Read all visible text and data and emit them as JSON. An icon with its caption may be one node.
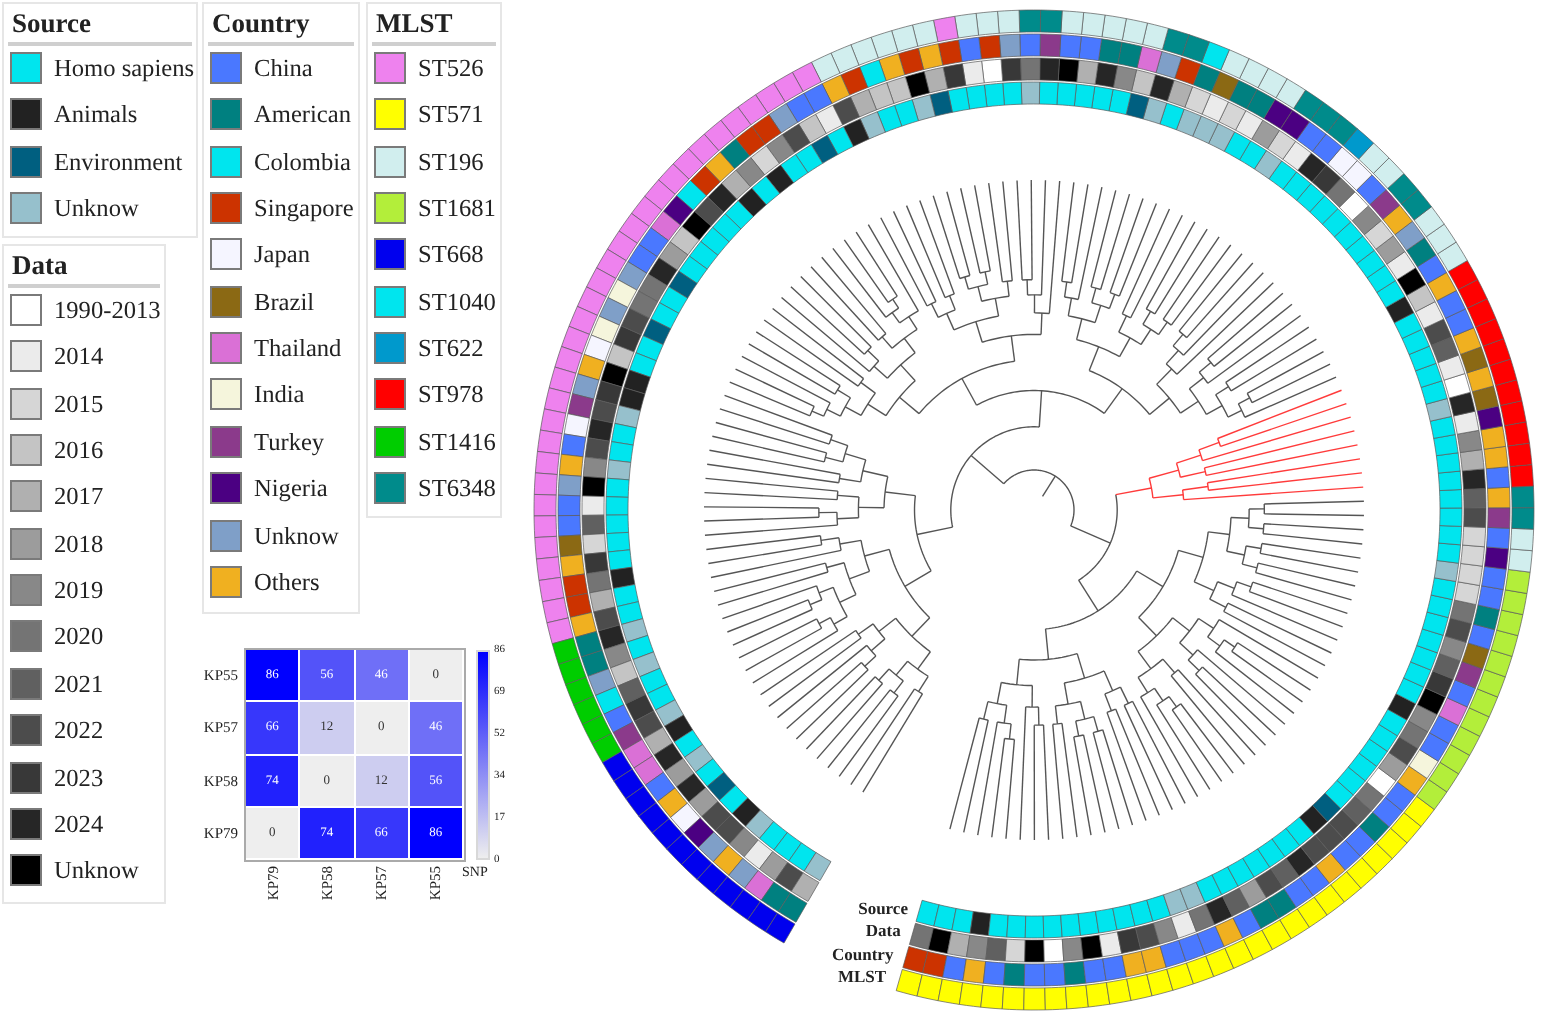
{
  "diagram": {
    "labels": [
      "Source",
      "Data",
      "Country",
      "MLST",
      "KP55",
      "86",
      "56",
      "46",
      "0",
      "KP57",
      "66",
      "12",
      "0",
      "46",
      "KP58",
      "74",
      "0",
      "12",
      "56",
      "KP79",
      "0",
      "74",
      "66",
      "86",
      "KP79",
      "KP58",
      "KP57",
      "KP55",
      "86",
      "69",
      "52",
      "34",
      "17",
      "0",
      "SNP",
      "Source",
      "Data",
      "Country",
      "MLST"
    ],
    "legend": [
      {
        "text": "Homo sapiens",
        "color": "#00e5ee"
      },
      {
        "text": "Animals",
        "color": "#222222"
      },
      {
        "text": "Environment",
        "color": "#005f80"
      },
      {
        "text": "Unknow",
        "color": "#96c0cc"
      },
      {
        "text": "1990-2013",
        "color": "#ffffff"
      },
      {
        "text": "2014",
        "color": "#ebebeb"
      },
      {
        "text": "2015",
        "color": "#d6d6d6"
      },
      {
        "text": "2016",
        "color": "#c4c4c4"
      },
      {
        "text": "2017",
        "color": "#b0b0b0"
      },
      {
        "text": "2018",
        "color": "#9c9c9c"
      },
      {
        "text": "2019",
        "color": "#888888"
      },
      {
        "text": "2020",
        "color": "#747474"
      },
      {
        "text": "2021",
        "color": "#606060"
      },
      {
        "text": "2022",
        "color": "#4c4c4c"
      },
      {
        "text": "2023",
        "color": "#383838"
      },
      {
        "text": "2024",
        "color": "#262626"
      },
      {
        "text": "Unknow",
        "color": "#000000"
      },
      {
        "text": "China",
        "color": "#4a78ff"
      },
      {
        "text": "American",
        "color": "#008080"
      },
      {
        "text": "Colombia",
        "color": "#00e5ee"
      },
      {
        "text": "Singapore",
        "color": "#cc3300"
      },
      {
        "text": "Japan",
        "color": "#f5f5ff"
      },
      {
        "text": "Brazil",
        "color": "#8b6914"
      },
      {
        "text": "Thailand",
        "color": "#da70d6"
      },
      {
        "text": "India",
        "color": "#f5f5dc"
      },
      {
        "text": "Turkey",
        "color": "#8b3a8b"
      },
      {
        "text": "Nigeria",
        "color": "#4b0082"
      },
      {
        "text": "Unknow",
        "color": "#7f9fc8"
      },
      {
        "text": "Others",
        "color": "#f0b020"
      },
      {
        "text": "ST526",
        "color": "#ee82ee"
      },
      {
        "text": "ST571",
        "color": "#ffff00"
      },
      {
        "text": "ST196",
        "color": "#d1eeee"
      },
      {
        "text": "ST1681",
        "color": "#b3ee3a"
      },
      {
        "text": "ST668",
        "color": "#0000ee"
      },
      {
        "text": "ST1040",
        "color": "#00e5ee"
      },
      {
        "text": "ST622",
        "color": "#0099cc"
      },
      {
        "text": "ST978",
        "color": "#ff0000"
      },
      {
        "text": "ST1416",
        "color": "#00cd00"
      },
      {
        "text": "ST6348",
        "color": "#008b8b"
      }
    ]
  }
}
